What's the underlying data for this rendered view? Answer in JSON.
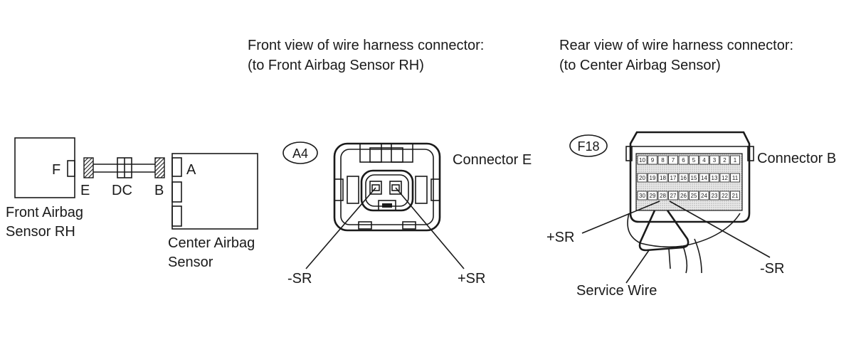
{
  "headings": {
    "front_view_line1": "Front view of wire harness connector:",
    "front_view_line2": "(to Front Airbag Sensor RH)",
    "rear_view_line1": "Rear view of wire harness connector:",
    "rear_view_line2": "(to Center Airbag Sensor)"
  },
  "system_diagram": {
    "front_sensor_line1": "Front Airbag",
    "front_sensor_line2": "Sensor RH",
    "center_sensor_line1": "Center Airbag",
    "center_sensor_line2": "Sensor",
    "label_f": "F",
    "label_e": "E",
    "label_dc": "DC",
    "label_b": "B",
    "label_a": "A"
  },
  "connector_e": {
    "code": "A4",
    "title": "Connector E",
    "minus_sr": "-SR",
    "plus_sr": "+SR"
  },
  "connector_b": {
    "code": "F18",
    "title": "Connector B",
    "plus_sr": "+SR",
    "minus_sr": "-SR",
    "service_wire": "Service Wire",
    "pin_rows": [
      [
        "10",
        "9",
        "8",
        "7",
        "6",
        "5",
        "4",
        "3",
        "2",
        "1"
      ],
      [
        "20",
        "19",
        "18",
        "17",
        "16",
        "15",
        "14",
        "13",
        "12",
        "11"
      ],
      [
        "30",
        "29",
        "28",
        "27",
        "26",
        "25",
        "24",
        "23",
        "22",
        "21"
      ]
    ]
  }
}
